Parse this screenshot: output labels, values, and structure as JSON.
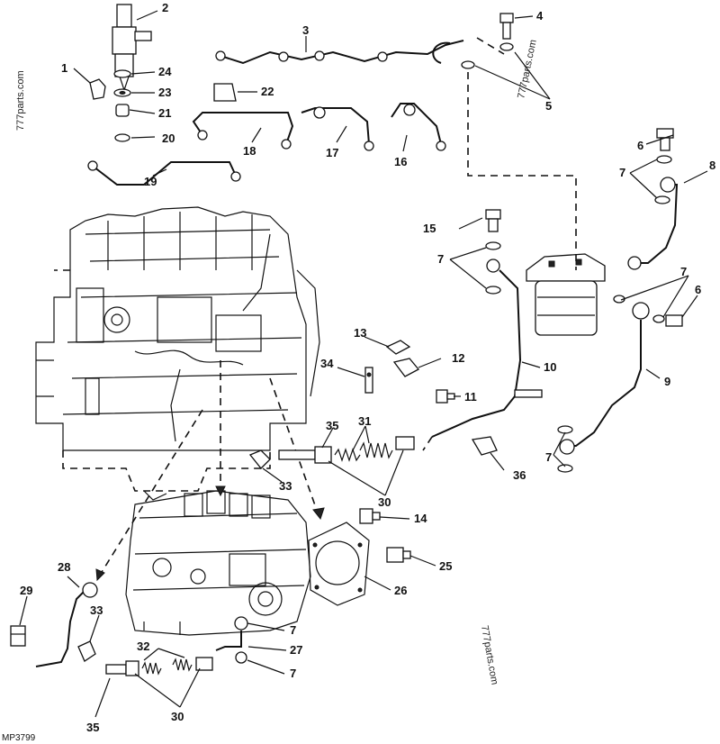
{
  "drawing_code": "MP3799",
  "watermarks": [
    "777parts.com",
    "777parts.com",
    "777parts.com"
  ],
  "callouts": [
    "1",
    "2",
    "3",
    "4",
    "5",
    "6",
    "6",
    "7",
    "7",
    "7",
    "7",
    "7",
    "7",
    "8",
    "9",
    "10",
    "11",
    "12",
    "13",
    "14",
    "15",
    "16",
    "17",
    "18",
    "19",
    "20",
    "21",
    "22",
    "23",
    "24",
    "25",
    "26",
    "27",
    "28",
    "29",
    "30",
    "30",
    "31",
    "32",
    "33",
    "33",
    "34",
    "35",
    "35",
    "36"
  ]
}
